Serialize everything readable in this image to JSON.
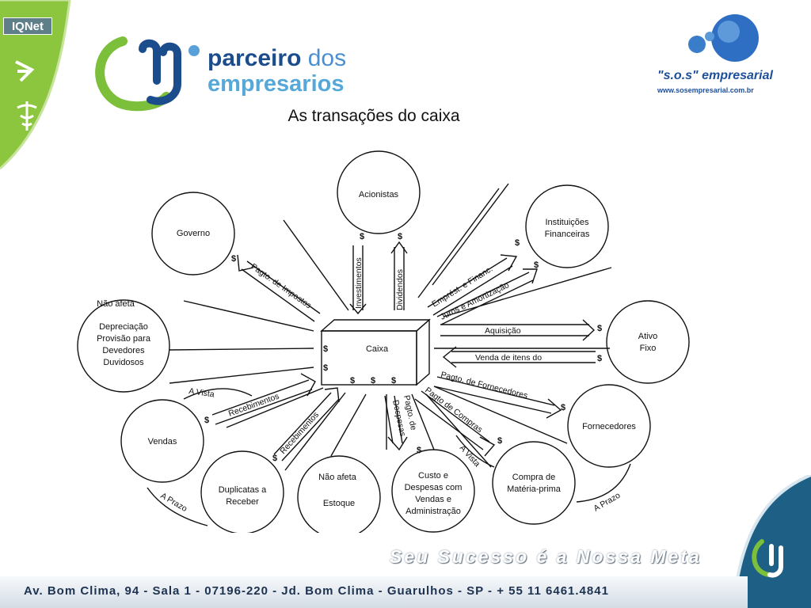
{
  "header": {
    "iqnet_label": "IQNet",
    "brand_name_part1": "parceiro ",
    "brand_name_part2": "dos",
    "brand_name_line2": "empresarios",
    "sos_title": "\"s.o.s\" empresarial",
    "sos_url": "www.sosempresarial.com.br"
  },
  "slide": {
    "title": "As transações do caixa"
  },
  "diagram": {
    "center": "Caixa",
    "nodes": {
      "acionistas": "Acionistas",
      "governo": "Governo",
      "instituicoes_1": "Instituições",
      "instituicoes_2": "Financeiras",
      "ativo_1": "Ativo",
      "ativo_2": "Fixo",
      "depreciacao_1": "Depreciação",
      "depreciacao_2": "Provisão para",
      "depreciacao_3": "Devedores",
      "depreciacao_4": "Duvidosos",
      "vendas": "Vendas",
      "duplicatas_1": "Duplicatas a",
      "duplicatas_2": "Receber",
      "estoque": "Estoque",
      "custo_1": "Custo e",
      "custo_2": "Despesas com",
      "custo_3": "Vendas e",
      "custo_4": "Administração",
      "compra_1": "Compra de",
      "compra_2": "Matéria-prima",
      "fornecedores": "Fornecedores"
    },
    "labels": {
      "nao_afeta": "Não afeta",
      "a_vista": "A Vista",
      "a_prazo": "A Prazo",
      "dollar": "$"
    },
    "flows": {
      "investimentos": "Investimentos",
      "dividendos": "Dividendos",
      "pagto_impostos": "Pagto. de Impostos",
      "emprest_financ": "Emprést. e Financ.",
      "juros_amortizacao": "Juros e Amortização",
      "aquisicao": "Aquisição",
      "venda_itens": "Venda de itens do",
      "pagto_fornecedores": "Pagto. de Fornecedores",
      "pagto_despesas_1": "Pagto. de",
      "pagto_despesas_2": "Despesas",
      "pagto_compras": "Pagto de Compras",
      "recebimentos": "Recebimentos"
    }
  },
  "footer": {
    "slogan": "Seu Sucesso é a Nossa Meta",
    "address": "Av. Bom Clima, 94 - Sala 1 - 07196-220 - Jd. Bom Clima - Guarulhos - SP  - + 55 11  6461.4841"
  },
  "colors": {
    "left_green": "#8cc63f",
    "brand_blue": "#1b4d8c",
    "corner_blue": "#1e5f86"
  }
}
